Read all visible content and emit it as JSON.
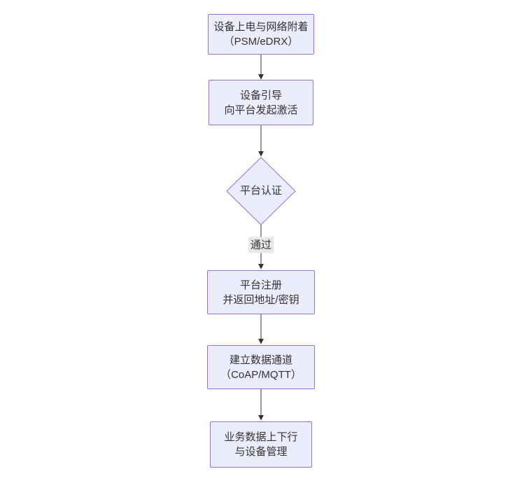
{
  "diagram": {
    "type": "flowchart",
    "direction": "top-down",
    "colors": {
      "background": "#ffffff",
      "node_fill": "#ECECFF",
      "node_border": "#9370DB",
      "arrow": "#333333",
      "text": "#333333",
      "edge_label_bg": "#e8e8e8"
    },
    "nodes": [
      {
        "id": "device-power-on",
        "shape": "rect",
        "lines": [
          "设备上电与网络附着",
          "（PSM/eDRX）"
        ]
      },
      {
        "id": "device-bootstrap",
        "shape": "rect",
        "lines": [
          "设备引导",
          "向平台发起激活"
        ]
      },
      {
        "id": "platform-auth",
        "shape": "diamond",
        "lines": [
          "平台认证"
        ]
      },
      {
        "id": "platform-register",
        "shape": "rect",
        "lines": [
          "平台注册",
          "并返回地址/密钥"
        ]
      },
      {
        "id": "data-channel",
        "shape": "rect",
        "lines": [
          "建立数据通道",
          "（CoAP/MQTT）"
        ]
      },
      {
        "id": "business-data",
        "shape": "rect",
        "lines": [
          "业务数据上下行",
          "与设备管理"
        ]
      }
    ],
    "edges": [
      {
        "from": "device-power-on",
        "to": "device-bootstrap",
        "label": ""
      },
      {
        "from": "device-bootstrap",
        "to": "platform-auth",
        "label": ""
      },
      {
        "from": "platform-auth",
        "to": "platform-register",
        "label": "通过"
      },
      {
        "from": "platform-register",
        "to": "data-channel",
        "label": ""
      },
      {
        "from": "data-channel",
        "to": "business-data",
        "label": ""
      }
    ]
  }
}
